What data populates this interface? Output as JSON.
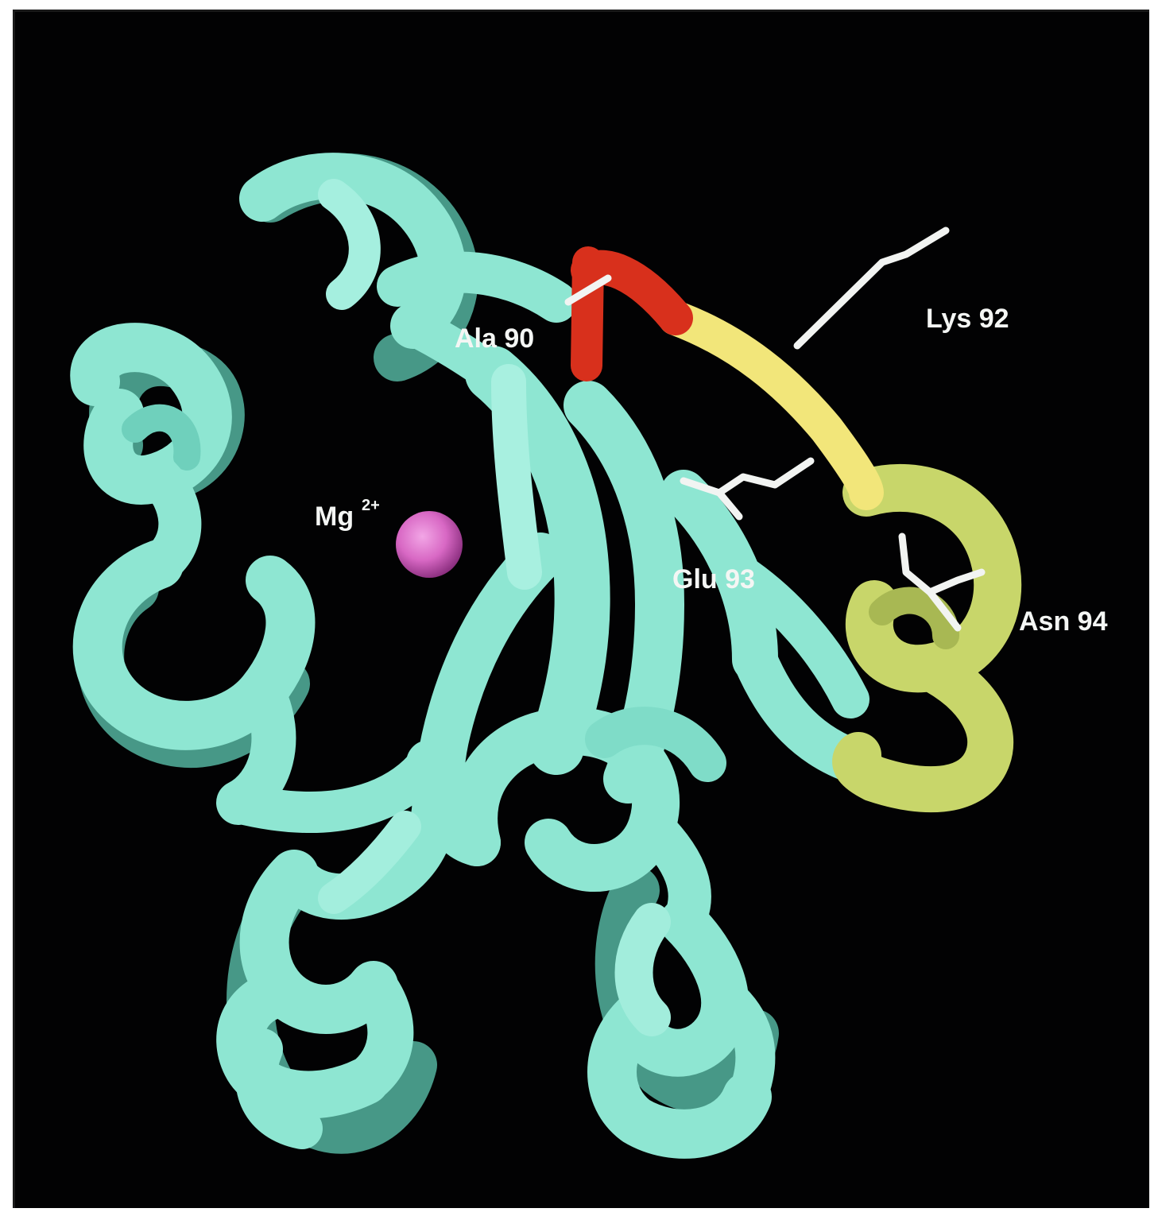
{
  "labels": {
    "ala": "Ala 90",
    "lys": "Lys 92",
    "mg": "Mg",
    "mg_charge": "2+",
    "glu": "Glu 93",
    "asn": "Asn 94"
  },
  "colors": {
    "background": "#020203",
    "ribbon": "#8ee6d2",
    "ribbon_shadow": "#5fbfab",
    "highlight_yellow": "#f2e67a",
    "highlight_olive": "#c8d66a",
    "highlight_red": "#d8301c",
    "side_chain": "#f2f4f2",
    "metal_ion": "#d868c4"
  },
  "icons": {
    "metal_ion": "magenta-sphere",
    "side_chains": "white-stick-bonds"
  }
}
